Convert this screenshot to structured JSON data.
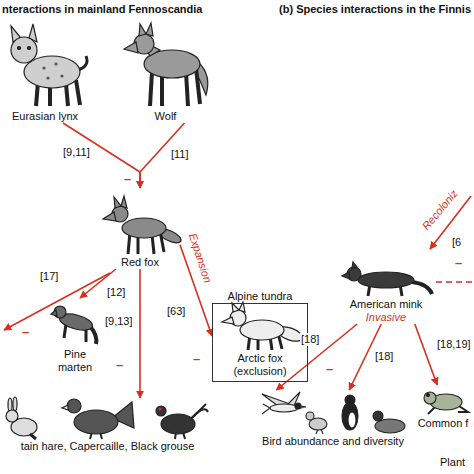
{
  "diagram": {
    "nodes": [
      {
        "text": [
          "Eurasian lynx"
        ]
      },
      {
        "text": [
          "Wolf"
        ]
      },
      {
        "text": [
          "Red fox"
        ]
      },
      {
        "text": [
          "Pine marten"
        ]
      },
      {
        "text": [
          "Alpine tundra",
          "Arctic fox (exclusion)"
        ]
      },
      {
        "text": [
          "tain hare, Capercaille, Black grouse"
        ]
      },
      {
        "text": [
          "American mink",
          "Invasive"
        ]
      },
      {
        "text": [
          "Bird abundance and diversity"
        ]
      },
      {
        "text": [
          "Common f"
        ]
      }
    ],
    "edges": [
      {
        "from": 0,
        "to": 2,
        "arrow": "to",
        "label": "[9,11]"
      },
      {
        "from": 1,
        "to": 2,
        "arrow": "to",
        "label": "[11]"
      },
      {
        "from": 2,
        "to": 3,
        "arrow": "to",
        "label": "[12]"
      },
      {
        "from": 2,
        "to": 5,
        "arrow": "to",
        "label": "[9,13]"
      },
      {
        "from": 2,
        "to": 4,
        "arrow": "to",
        "label": "[63]"
      },
      {
        "from": 6,
        "to": 7,
        "arrow": "to",
        "label": "[18]"
      },
      {
        "from": 6,
        "to": 7,
        "arrow": "to",
        "label": "[18]"
      },
      {
        "from": 6,
        "to": 8,
        "arrow": "to",
        "label": "[18,19]"
      }
    ],
    "labels": [
      "nteractions in mainland Fennoscandia",
      "(b) Species interactions in the Finnis",
      "[17]",
      "–",
      "–",
      "Expansion",
      "–",
      "–",
      "Recoloniz",
      "[6",
      "–",
      "–",
      "Plant"
    ]
  }
}
